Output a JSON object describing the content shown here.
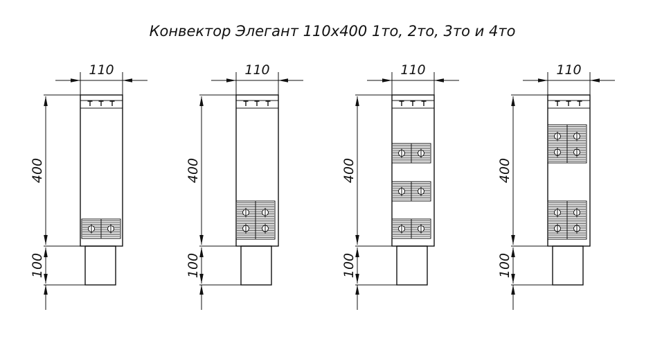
{
  "title": "Конвектор Элегант 110х400 1то, 2то, 3то и 4то",
  "dimensions": {
    "width": "110",
    "height": "400",
    "base": "100"
  },
  "variants": [
    {
      "heat_exchangers": 1
    },
    {
      "heat_exchangers": 2
    },
    {
      "heat_exchangers": 3
    },
    {
      "heat_exchangers": 4
    }
  ]
}
